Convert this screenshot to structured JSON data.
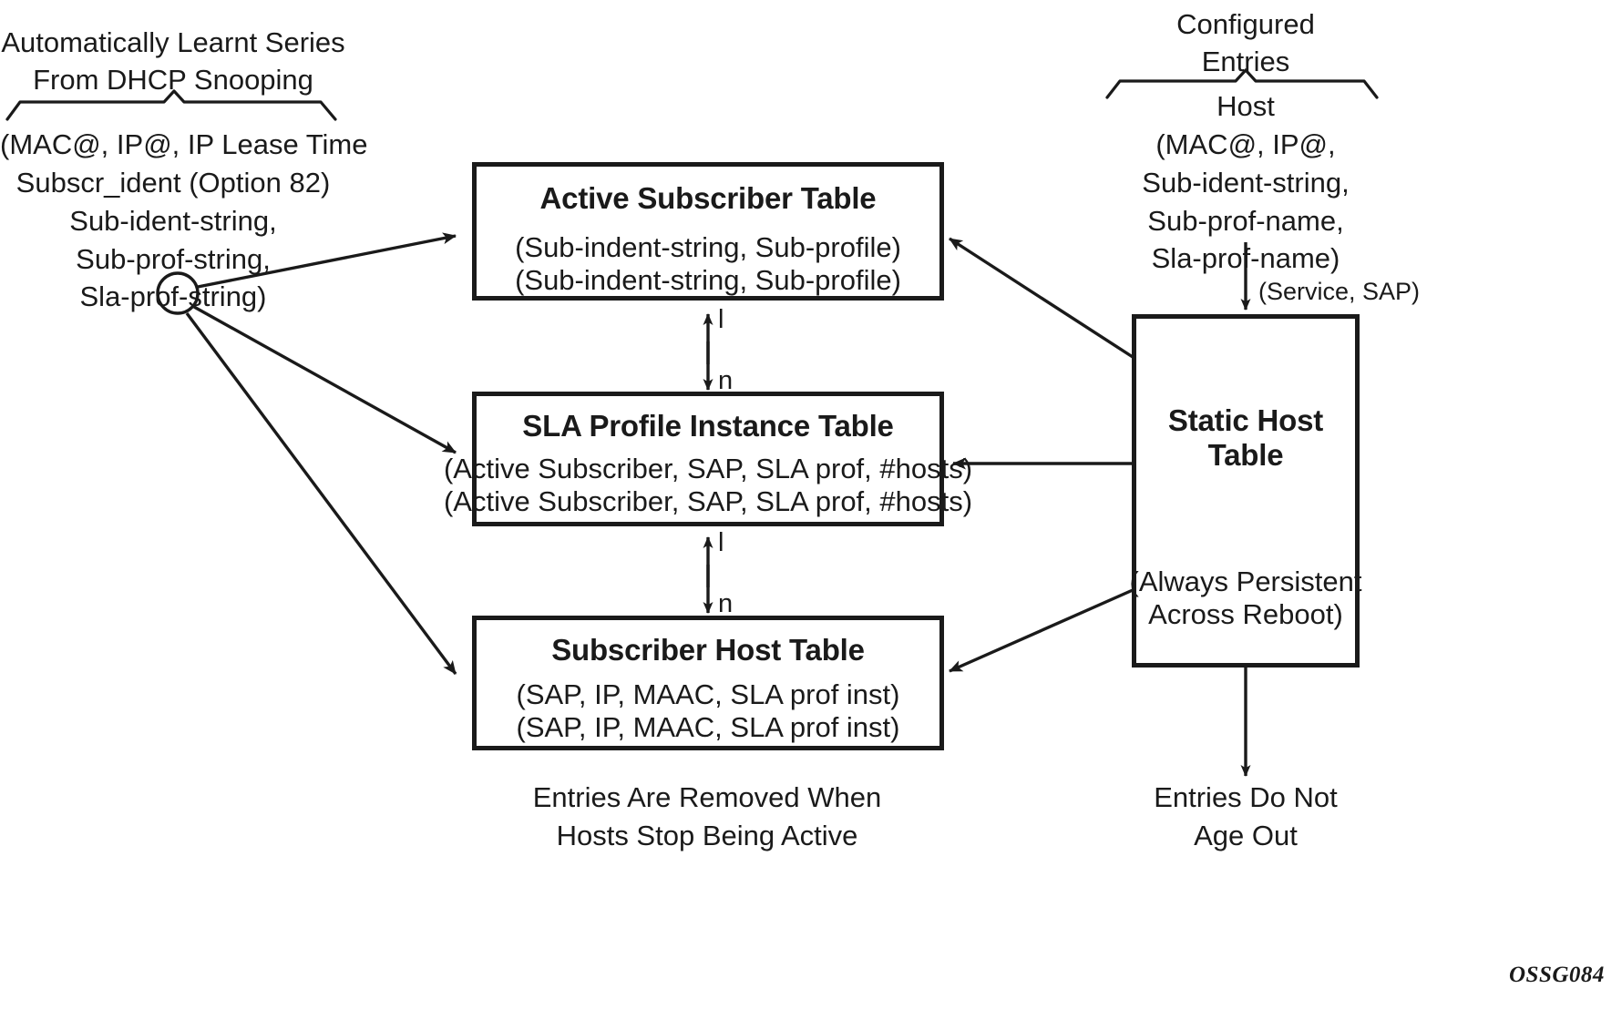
{
  "diagram": {
    "figure_id": "OSSG084",
    "left_source": {
      "brace_label": "Automatically Learnt Series\nFrom DHCP Snooping",
      "detail": "(MAC@, IP@, IP Lease Time\nSubscr_ident (Option 82)\nSub-ident-string,\nSub-prof-string,\nSla-prof-string)",
      "node_name": "origin-node"
    },
    "right_source": {
      "brace_label": "Configured\nEntries",
      "detail": "Host\n(MAC@, IP@,\nSub-ident-string,\nSub-prof-name,\nSla-prof-name)",
      "arrow_label": "(Service, SAP)"
    },
    "tables": [
      {
        "id": "active-subscriber-table",
        "title": "Active Subscriber Table",
        "rows": [
          "(Sub-indent-string, Sub-profile)",
          "(Sub-indent-string, Sub-profile)"
        ]
      },
      {
        "id": "sla-profile-instance-table",
        "title": "SLA Profile Instance Table",
        "rows": [
          "(Active Subscriber, SAP, SLA prof, #hosts)",
          "(Active Subscriber, SAP, SLA prof, #hosts)"
        ]
      },
      {
        "id": "subscriber-host-table",
        "title": "Subscriber Host Table",
        "rows": [
          "(SAP, IP, MAAC, SLA prof inst)",
          "(SAP, IP, MAAC, SLA prof inst)"
        ]
      },
      {
        "id": "static-host-table",
        "title": "Static Host\nTable",
        "note": "(Always Persistent\nAcross Reboot)"
      }
    ],
    "cardinalities": {
      "active_to_sla_one": "l",
      "active_to_sla_many": "n",
      "sla_to_host_one": "l",
      "sla_to_host_many": "n"
    },
    "captions": {
      "left": "Entries Are Removed When\nHosts Stop Being Active",
      "right": "Entries Do Not\nAge Out"
    },
    "colors": {
      "ink": "#1a1a1a",
      "background": "#ffffff"
    }
  }
}
